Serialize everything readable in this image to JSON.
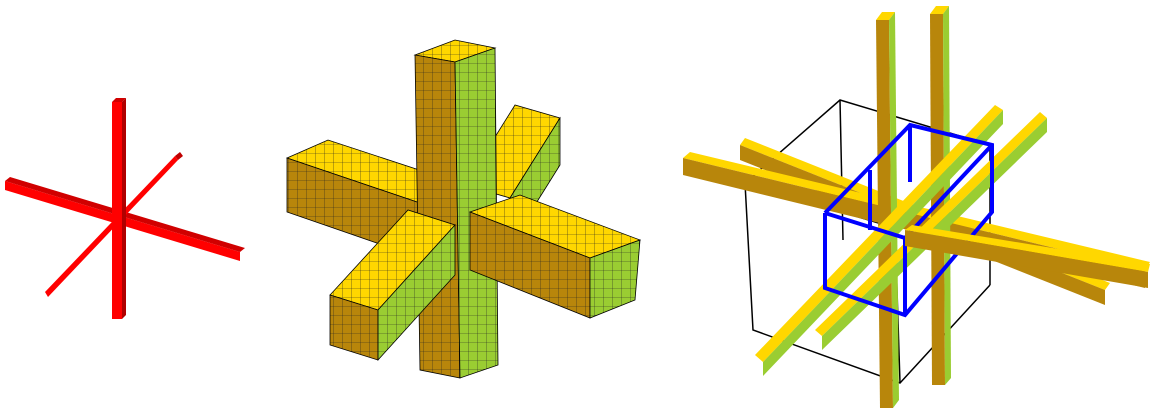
{
  "figure": {
    "panels": [
      {
        "name": "thin-red-cross",
        "fill": "#ff0000",
        "shade": "#c00000"
      },
      {
        "name": "meshed-thick-cross",
        "top": "#ffd700",
        "front": "#b8860b",
        "side": "#9acd32",
        "mesh": "#000000"
      },
      {
        "name": "beam-lattice",
        "top": "#ffd700",
        "front": "#b8860b",
        "side": "#9acd32",
        "inner_box": "#0000ff",
        "outer_box": "#000000"
      }
    ]
  }
}
